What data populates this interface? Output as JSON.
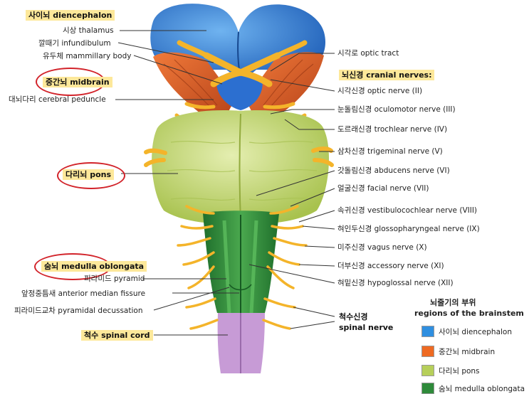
{
  "colors": {
    "diencephalon": "#2f7fd6",
    "midbrain": "#e8622a",
    "pons": "#c8da82",
    "medulla": "#2f8f3e",
    "spinal": "#c79bd6",
    "nerve": "#f4b42a",
    "highlight": "#fde89a",
    "circle": "#d2232a"
  },
  "left_labels": {
    "diencephalon": "사이뇌 diencephalon",
    "thalamus": "시상 thalamus",
    "infundibulum": "깔때기 infundibulum",
    "mammillary": "유두체 mammillary body",
    "midbrain": "중간뇌 midbrain",
    "peduncle": "대뇌다리 cerebral peduncle",
    "pons": "다리뇌 pons",
    "medulla": "숨뇌 medulla oblongata",
    "pyramid": "피라미드 pyramid",
    "fissure": "앞정중틈새 anterior median fissure",
    "decussation": "피라미드교차 pyramidal decussation",
    "spinal_cord": "척수 spinal cord"
  },
  "right_labels": {
    "optic_tract": "시각로 optic tract",
    "cranial_header": "뇌신경 cranial nerves:",
    "nerves": [
      "시각신경 optic nerve (II)",
      "눈돌림신경 oculomotor nerve (III)",
      "도르래신경 trochlear nerve (IV)",
      "삼차신경 trigeminal nerve (V)",
      "갓돌림신경 abducens nerve (VI)",
      "얼굴신경 facial nerve (VII)",
      "속귀신경 vestibulocochlear nerve (VIII)",
      "혀인두신경 glossopharyngeal nerve (IX)",
      "미주신경 vagus nerve (X)",
      "더부신경 accessory nerve (XI)",
      "혀밑신경 hypoglossal nerve (XII)"
    ],
    "spinal_nerve_ko": "척수신경",
    "spinal_nerve_en": "spinal nerve"
  },
  "legend": {
    "title_ko": "뇌줄기의 부위",
    "title_en": "regions of the brainstem",
    "items": [
      {
        "label": "사이뇌 diencephalon",
        "color": "#2f8fe0"
      },
      {
        "label": "중간뇌 midbrain",
        "color": "#ee6a22"
      },
      {
        "label": "다리뇌 pons",
        "color": "#b6cf5a"
      },
      {
        "label": "숨뇌 medulla oblongata",
        "color": "#2e8a3a"
      }
    ]
  }
}
